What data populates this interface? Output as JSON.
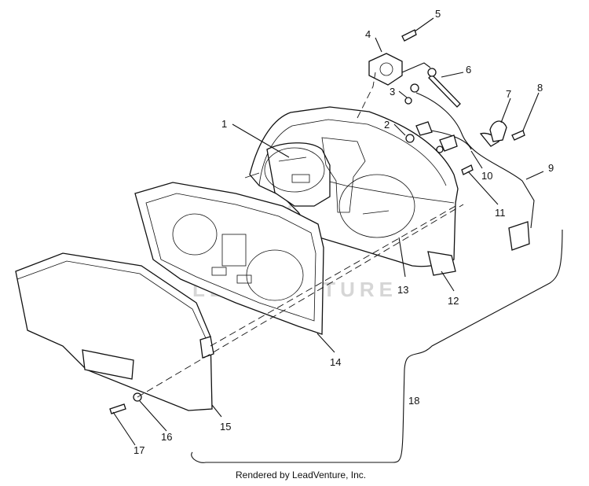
{
  "diagram": {
    "watermark": "LEADVENTURE",
    "credit": "Rendered by LeadVenture, Inc.",
    "callouts": [
      "1",
      "2",
      "3",
      "4",
      "5",
      "6",
      "7",
      "8",
      "9",
      "10",
      "11",
      "12",
      "13",
      "14",
      "15",
      "16",
      "17",
      "18"
    ]
  }
}
